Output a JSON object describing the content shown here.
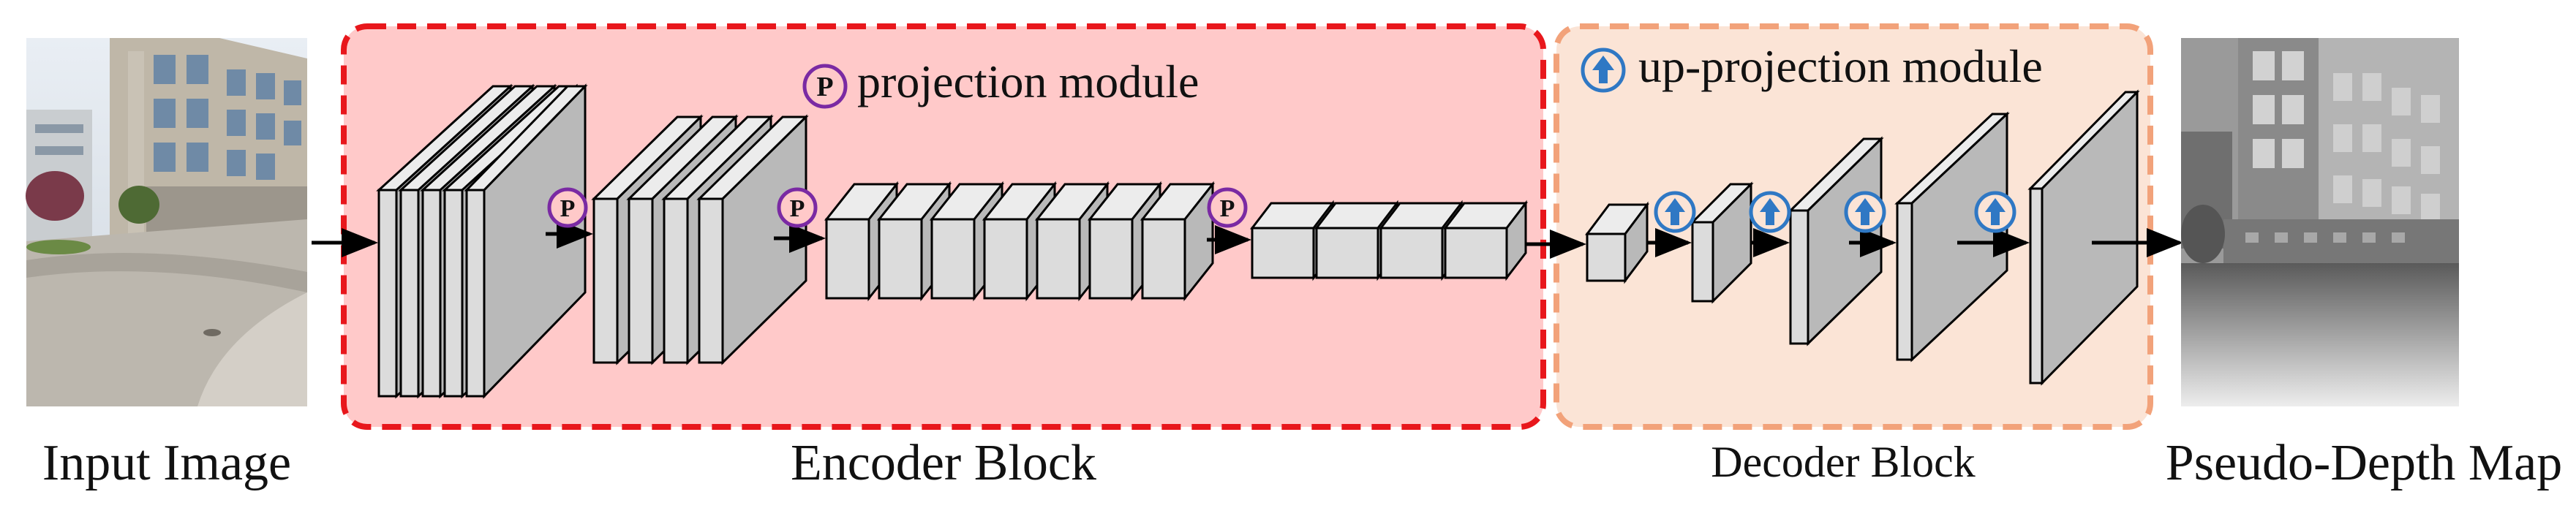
{
  "labels": {
    "input": "Input Image",
    "encoder": "Encoder Block",
    "decoder": "Decoder Block",
    "output": "Pseudo-Depth Map",
    "projection_legend": "projection module",
    "upprojection_legend": "up-projection module"
  },
  "symbols": {
    "projection": "P",
    "projection_icon": "circled-p-icon",
    "upprojection_icon": "circled-up-arrow-icon"
  },
  "colors": {
    "encoder_fill": "#ffc9c9",
    "encoder_border": "#e8171c",
    "decoder_fill": "#fbe4d6",
    "decoder_border": "#f2a27a",
    "projection_symbol": "#7a2aa3",
    "upprojection_symbol": "#2f78c4",
    "block_front": "#dcdcdc",
    "block_side": "#b9b9b9",
    "block_top": "#ececec",
    "depth_block": "#a8a8a8"
  }
}
